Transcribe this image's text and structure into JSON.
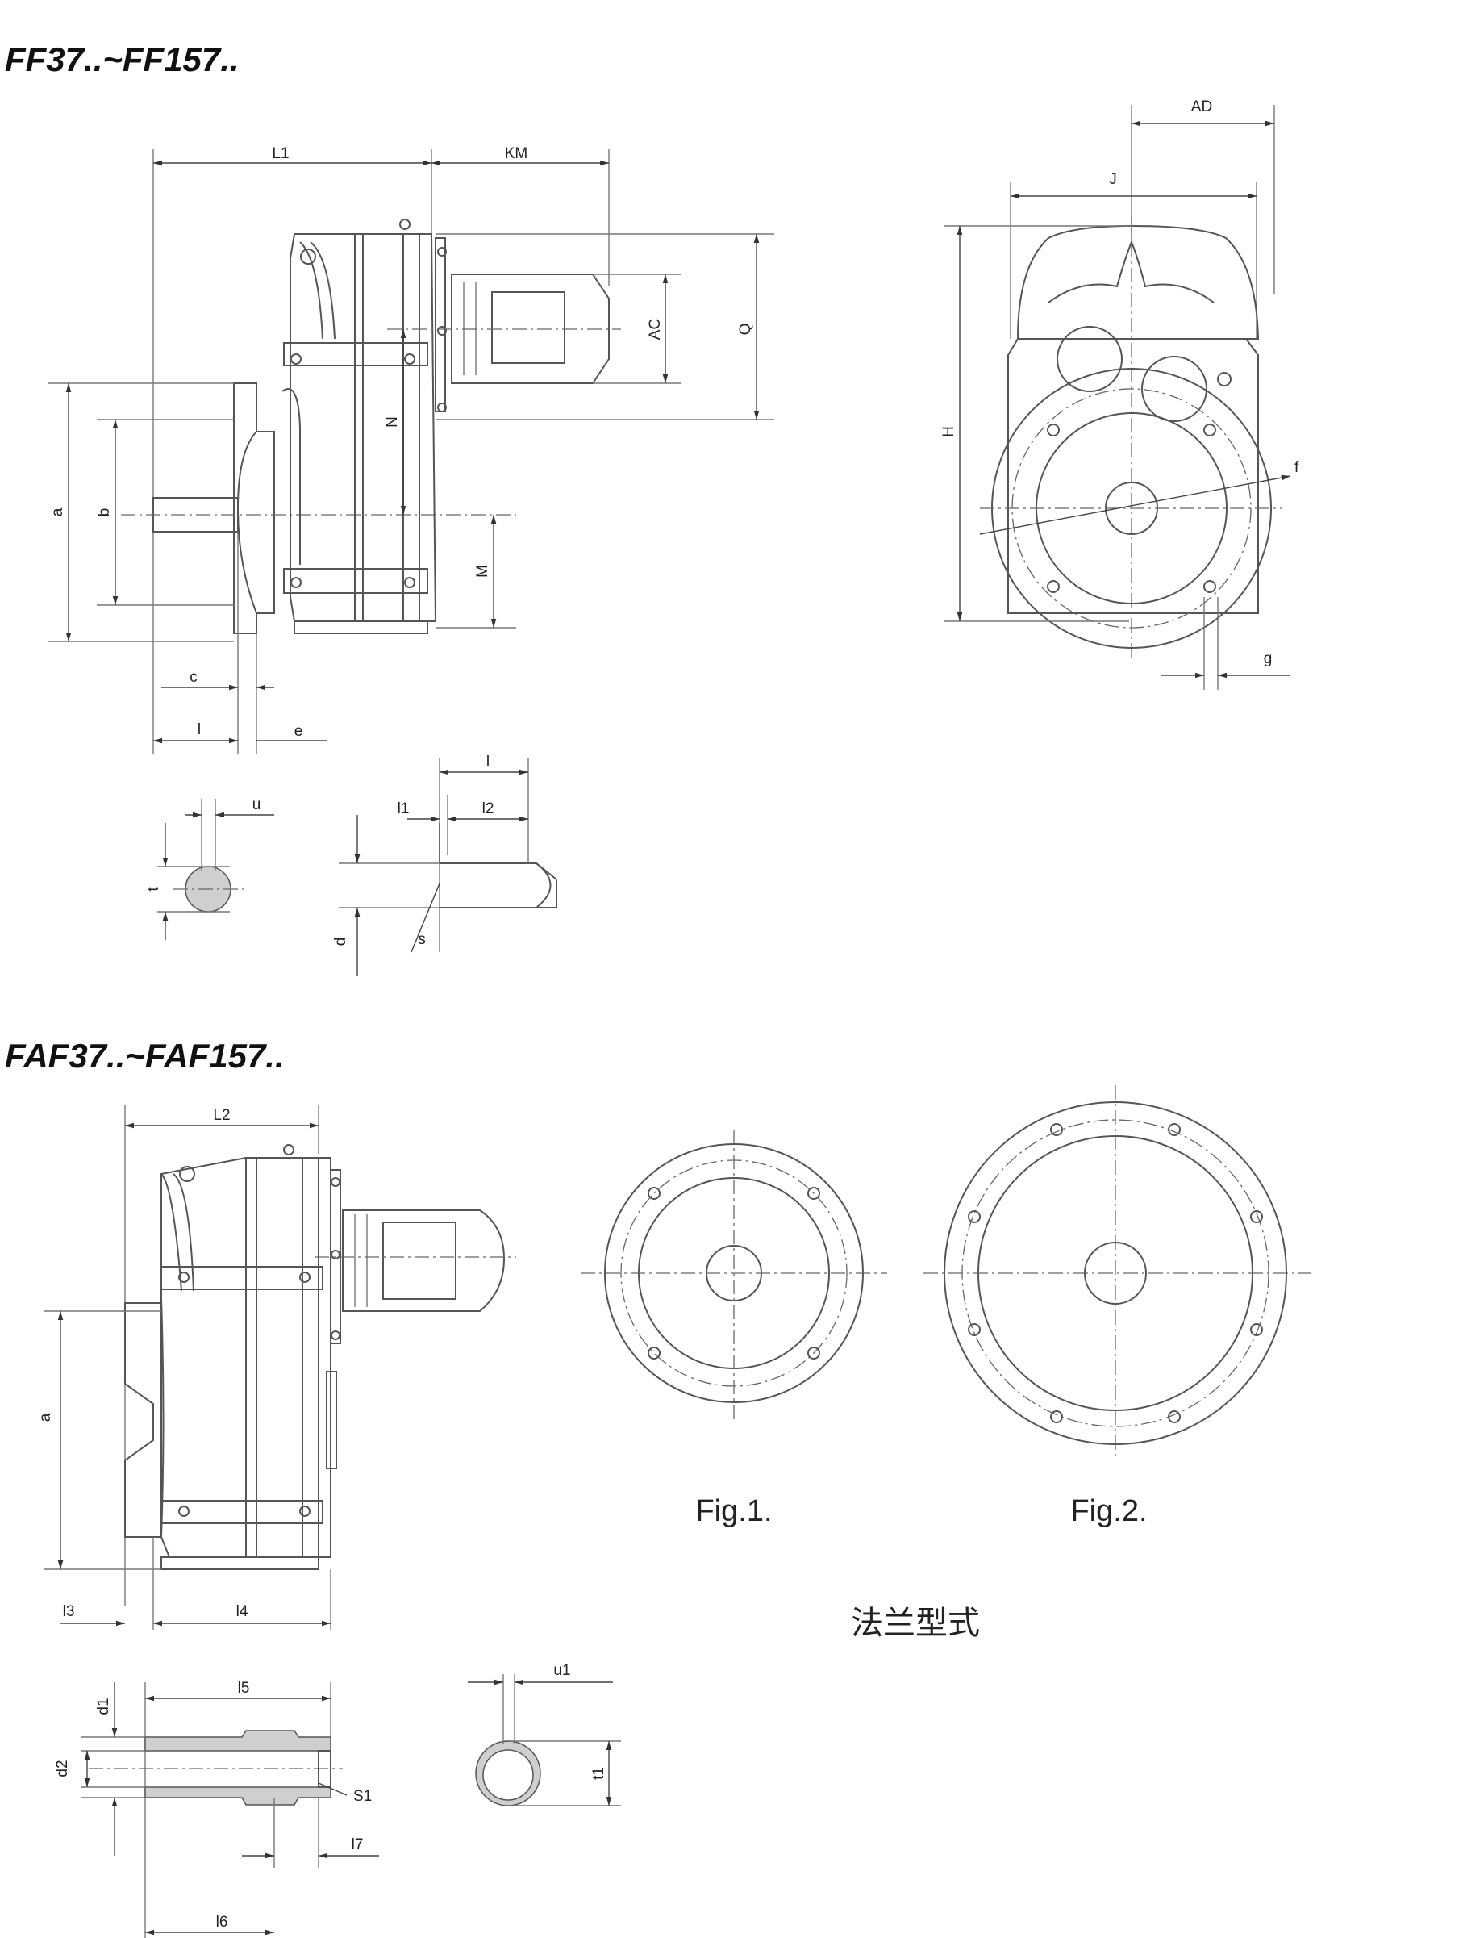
{
  "titles": {
    "top": "FF37..~FF157..",
    "bottom": "FAF37..~FAF157.."
  },
  "dimensions_top": {
    "L1": "L1",
    "KM": "KM",
    "AD": "AD",
    "J": "J",
    "AC": "AC",
    "Q": "Q",
    "N": "N",
    "H": "H",
    "a": "a",
    "b": "b",
    "M": "M",
    "f": "f",
    "c": "c",
    "l": "l",
    "e": "e",
    "g": "g",
    "u": "u",
    "t": "t",
    "l_shaft": "l",
    "l1": "l1",
    "l2": "l2",
    "d": "d",
    "s": "s"
  },
  "dimensions_bottom": {
    "L2": "L2",
    "a": "a",
    "l3": "l3",
    "l4": "l4",
    "l5": "l5",
    "d1": "d1",
    "d2": "d2",
    "S1": "S1",
    "l7": "l7",
    "l6": "l6",
    "u1": "u1",
    "t1": "t1"
  },
  "figures": {
    "fig1": "Fig.1.",
    "fig2": "Fig.2.",
    "flange_caption": "法兰型式"
  }
}
